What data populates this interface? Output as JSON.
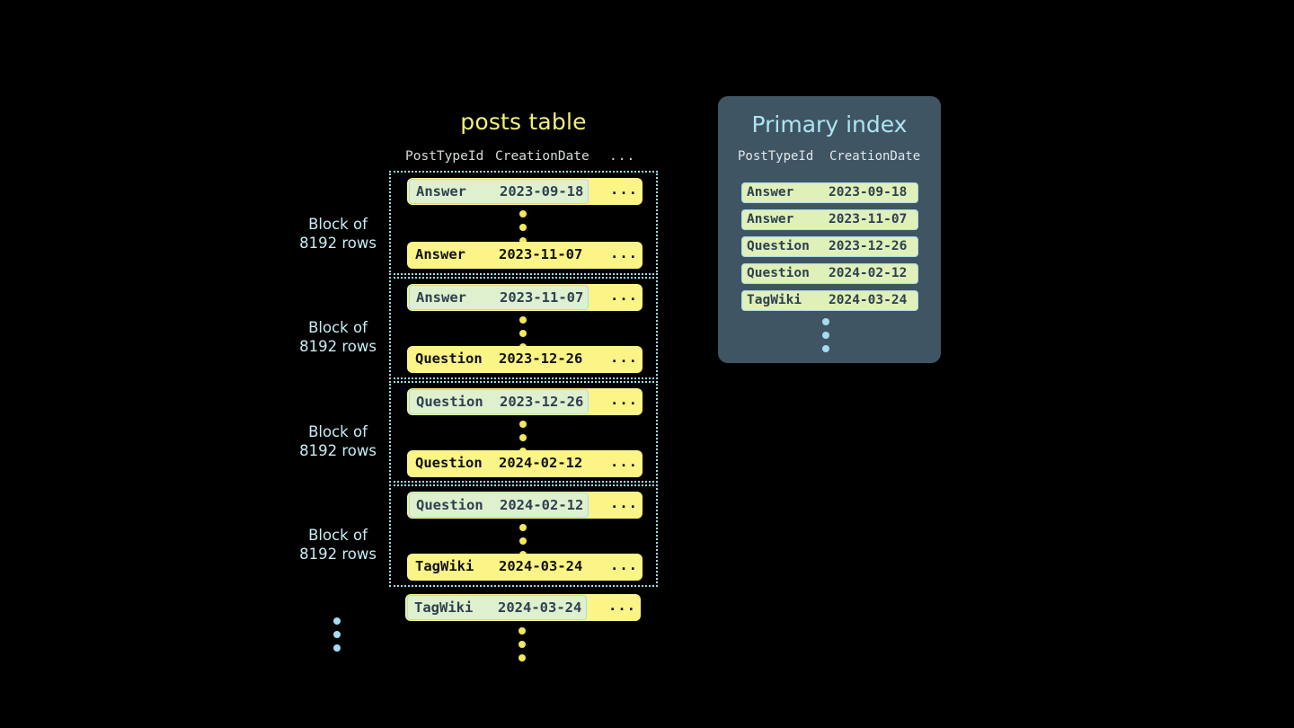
{
  "posts_table": {
    "title": "posts table",
    "columns": [
      "PostTypeId",
      "CreationDate",
      "..."
    ],
    "blocks": [
      {
        "label_line1": "Block of",
        "label_line2": "8192 rows",
        "first_row": {
          "type": "Answer",
          "date": "2023-09-18",
          "more": "...",
          "highlighted": true
        },
        "last_row": {
          "type": "Answer",
          "date": "2023-11-07",
          "more": "...",
          "highlighted": false
        }
      },
      {
        "label_line1": "Block of",
        "label_line2": "8192 rows",
        "first_row": {
          "type": "Answer",
          "date": "2023-11-07",
          "more": "...",
          "highlighted": true
        },
        "last_row": {
          "type": "Question",
          "date": "2023-12-26",
          "more": "...",
          "highlighted": false
        }
      },
      {
        "label_line1": "Block of",
        "label_line2": "8192 rows",
        "first_row": {
          "type": "Question",
          "date": "2023-12-26",
          "more": "...",
          "highlighted": true
        },
        "last_row": {
          "type": "Question",
          "date": "2024-02-12",
          "more": "...",
          "highlighted": false
        }
      },
      {
        "label_line1": "Block of",
        "label_line2": "8192 rows",
        "first_row": {
          "type": "Question",
          "date": "2024-02-12",
          "more": "...",
          "highlighted": true
        },
        "last_row": {
          "type": "TagWiki",
          "date": "2024-03-24",
          "more": "...",
          "highlighted": false
        }
      }
    ],
    "trailing_row": {
      "type": "TagWiki",
      "date": "2024-03-24",
      "more": "...",
      "highlighted": true
    }
  },
  "primary_index": {
    "title": "Primary index",
    "columns": [
      "PostTypeId",
      "CreationDate"
    ],
    "entries": [
      {
        "type": "Answer",
        "date": "2023-09-18"
      },
      {
        "type": "Answer",
        "date": "2023-11-07"
      },
      {
        "type": "Question",
        "date": "2023-12-26"
      },
      {
        "type": "Question",
        "date": "2024-02-12"
      },
      {
        "type": "TagWiki",
        "date": "2024-03-24"
      }
    ]
  },
  "colors": {
    "background": "#000000",
    "row_yellow": "#fbf486",
    "highlight_green": "#dff0cf",
    "highlight_border": "#a9dcee",
    "block_border": "#9fdbe8",
    "panel_slate": "#3f5564",
    "title_yellow": "#f2ef7a",
    "title_cyan": "#aee4f2",
    "label_cyan": "#c7ecf5",
    "dot_yellow": "#f2e85c",
    "dot_blue": "#a5dcef"
  }
}
